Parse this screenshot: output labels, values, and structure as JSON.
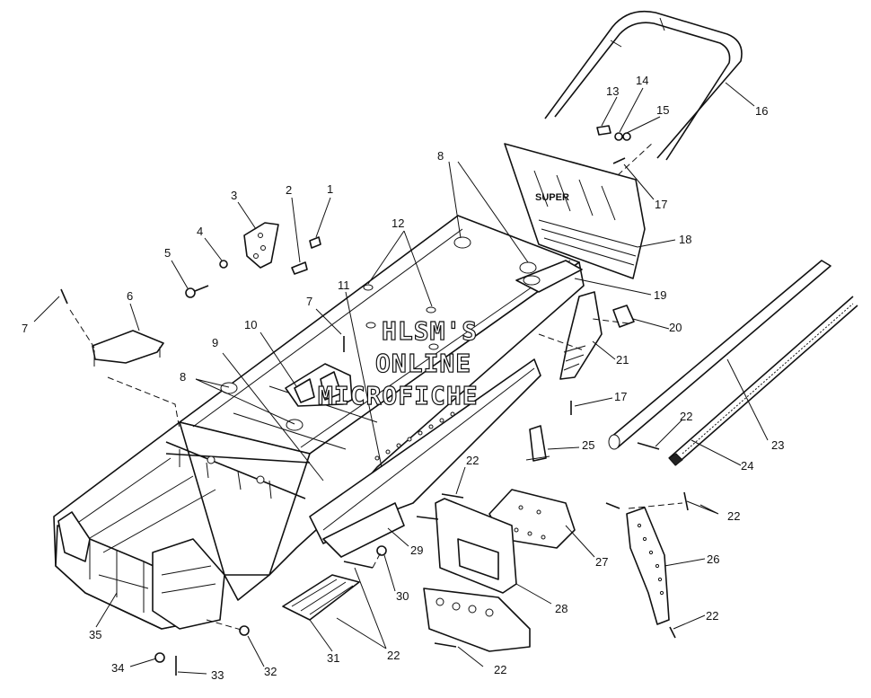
{
  "watermark": {
    "line1": "HLSM'S",
    "line2": "ONLINE",
    "line3": "MICROFICHE"
  },
  "callouts": [
    {
      "id": "c1",
      "text": "1"
    },
    {
      "id": "c2",
      "text": "2"
    },
    {
      "id": "c3",
      "text": "3"
    },
    {
      "id": "c4",
      "text": "4"
    },
    {
      "id": "c5",
      "text": "5"
    },
    {
      "id": "c6",
      "text": "6"
    },
    {
      "id": "c7a",
      "text": "7"
    },
    {
      "id": "c7b",
      "text": "7"
    },
    {
      "id": "c8a",
      "text": "8"
    },
    {
      "id": "c8b",
      "text": "8"
    },
    {
      "id": "c9",
      "text": "9"
    },
    {
      "id": "c10",
      "text": "10"
    },
    {
      "id": "c11",
      "text": "11"
    },
    {
      "id": "c12",
      "text": "12"
    },
    {
      "id": "c13",
      "text": "13"
    },
    {
      "id": "c14",
      "text": "14"
    },
    {
      "id": "c15",
      "text": "15"
    },
    {
      "id": "c16",
      "text": "16"
    },
    {
      "id": "c17a",
      "text": "17"
    },
    {
      "id": "c17b",
      "text": "17"
    },
    {
      "id": "c18",
      "text": "18"
    },
    {
      "id": "c19",
      "text": "19"
    },
    {
      "id": "c20",
      "text": "20"
    },
    {
      "id": "c21",
      "text": "21"
    },
    {
      "id": "c22a",
      "text": "22"
    },
    {
      "id": "c22b",
      "text": "22"
    },
    {
      "id": "c22c",
      "text": "22"
    },
    {
      "id": "c22d",
      "text": "22"
    },
    {
      "id": "c22e",
      "text": "22"
    },
    {
      "id": "c22f",
      "text": "22"
    },
    {
      "id": "c23",
      "text": "23"
    },
    {
      "id": "c24",
      "text": "24"
    },
    {
      "id": "c25",
      "text": "25"
    },
    {
      "id": "c26",
      "text": "26"
    },
    {
      "id": "c27",
      "text": "27"
    },
    {
      "id": "c28",
      "text": "28"
    },
    {
      "id": "c29",
      "text": "29"
    },
    {
      "id": "c30",
      "text": "30"
    },
    {
      "id": "c31",
      "text": "31"
    },
    {
      "id": "c32",
      "text": "32"
    },
    {
      "id": "c33",
      "text": "33"
    },
    {
      "id": "c34",
      "text": "34"
    },
    {
      "id": "c35",
      "text": "35"
    }
  ]
}
